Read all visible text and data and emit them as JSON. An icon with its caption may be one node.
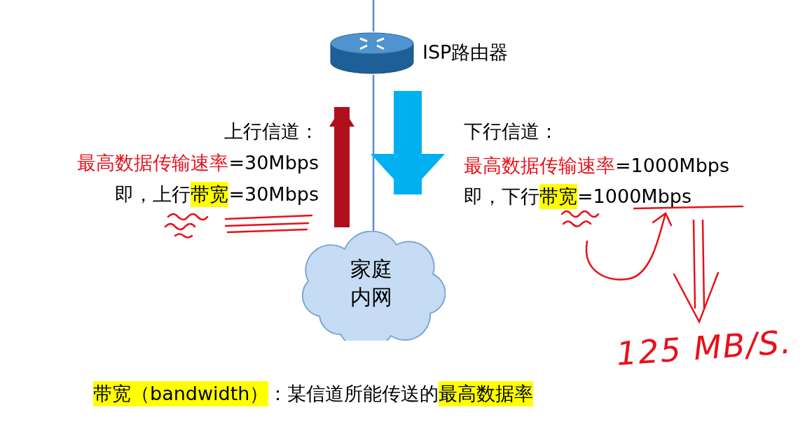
{
  "diagram": {
    "nodes": [
      {
        "text": [],
        "shape": "cylinder",
        "beside": [
          "ISP路由器"
        ]
      },
      {
        "text": [
          "家庭内网"
        ]
      }
    ],
    "edges": [
      {
        "from": null,
        "to": 0,
        "arrow": "none"
      },
      {
        "from": 0,
        "to": 1,
        "arrow": "none"
      },
      {
        "from": 1,
        "to": 0,
        "arrow": "to",
        "style": "thick",
        "color": "#b0101c"
      },
      {
        "from": 0,
        "to": 1,
        "arrow": "to",
        "style": "thick",
        "color": "#00b0f0"
      }
    ],
    "labels": [
      "上行信道：",
      "最高数据传输速率",
      "=30Mbps",
      "即，上行",
      "带宽",
      "=30Mbps",
      "下行信道：",
      "最高数据传输速率",
      "=1000Mbps",
      "即，下行",
      "带宽",
      "=1000Mbps",
      "125 MB/S.",
      "带宽（bandwidth）",
      "：某信道所能传送的",
      "最高数据率"
    ]
  }
}
